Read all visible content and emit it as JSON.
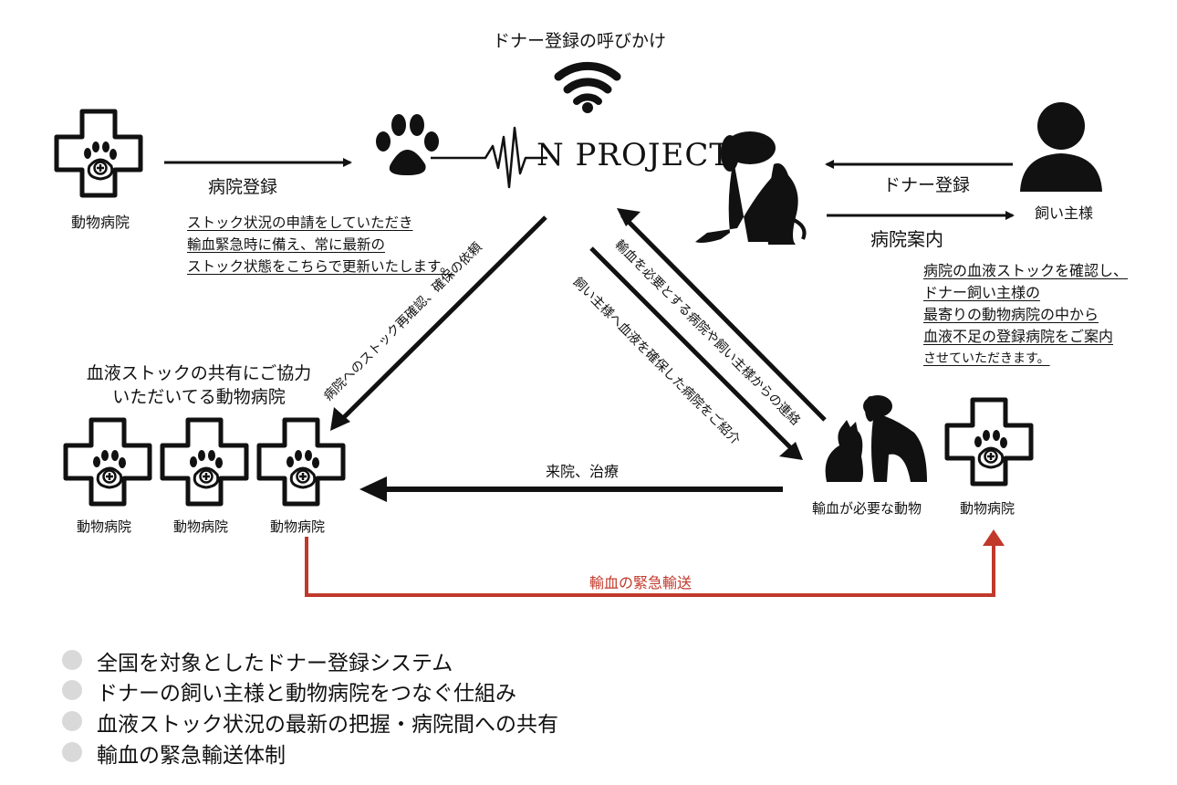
{
  "header": {
    "donor_call": "ドナー登録の呼びかけ"
  },
  "project": {
    "name": "N PROJECT"
  },
  "labels": {
    "hospital_left": "動物病院",
    "owner": "飼い主様",
    "hospital_right": "動物病院",
    "animal_need": "輸血が必要な動物",
    "hosp1": "動物病院",
    "hosp2": "動物病院",
    "hosp3": "動物病院"
  },
  "arrows": {
    "hospital_register": "病院登録",
    "donor_register": "ドナー登録",
    "hospital_guide": "病院案内",
    "visit_treat": "来院、治療",
    "emergency": "輸血の緊急輸送",
    "recheck": "病院へのストック再確認、確保の依頼",
    "contact": "輸血を必要とする病院や飼い主様からの連絡",
    "intro": "飼い主様へ血液を確保した病院をご紹介"
  },
  "notes": {
    "register_note": [
      "ストック状況の申請をしていただき",
      "輸血緊急時に備え、常に最新の",
      "ストック状態をこちらで更新いたします。"
    ],
    "guide_note": [
      "病院の血液ストックを確認し、",
      "ドナー飼い主様の",
      "最寄りの動物病院の中から",
      "血液不足の登録病院をご案内",
      "させていただきます。"
    ],
    "coop_title": [
      "血液ストックの共有にご協力",
      "いただいてる動物病院"
    ]
  },
  "bullets": [
    "全国を対象としたドナー登録システム",
    "ドナーの飼い主様と動物病院をつなぐ仕組み",
    "血液ストック状況の最新の把握・病院間への共有",
    "輸血の緊急輸送体制"
  ],
  "colors": {
    "emergency": "#c0392b",
    "bullet": "#d9d9d9",
    "ink": "#111111"
  }
}
